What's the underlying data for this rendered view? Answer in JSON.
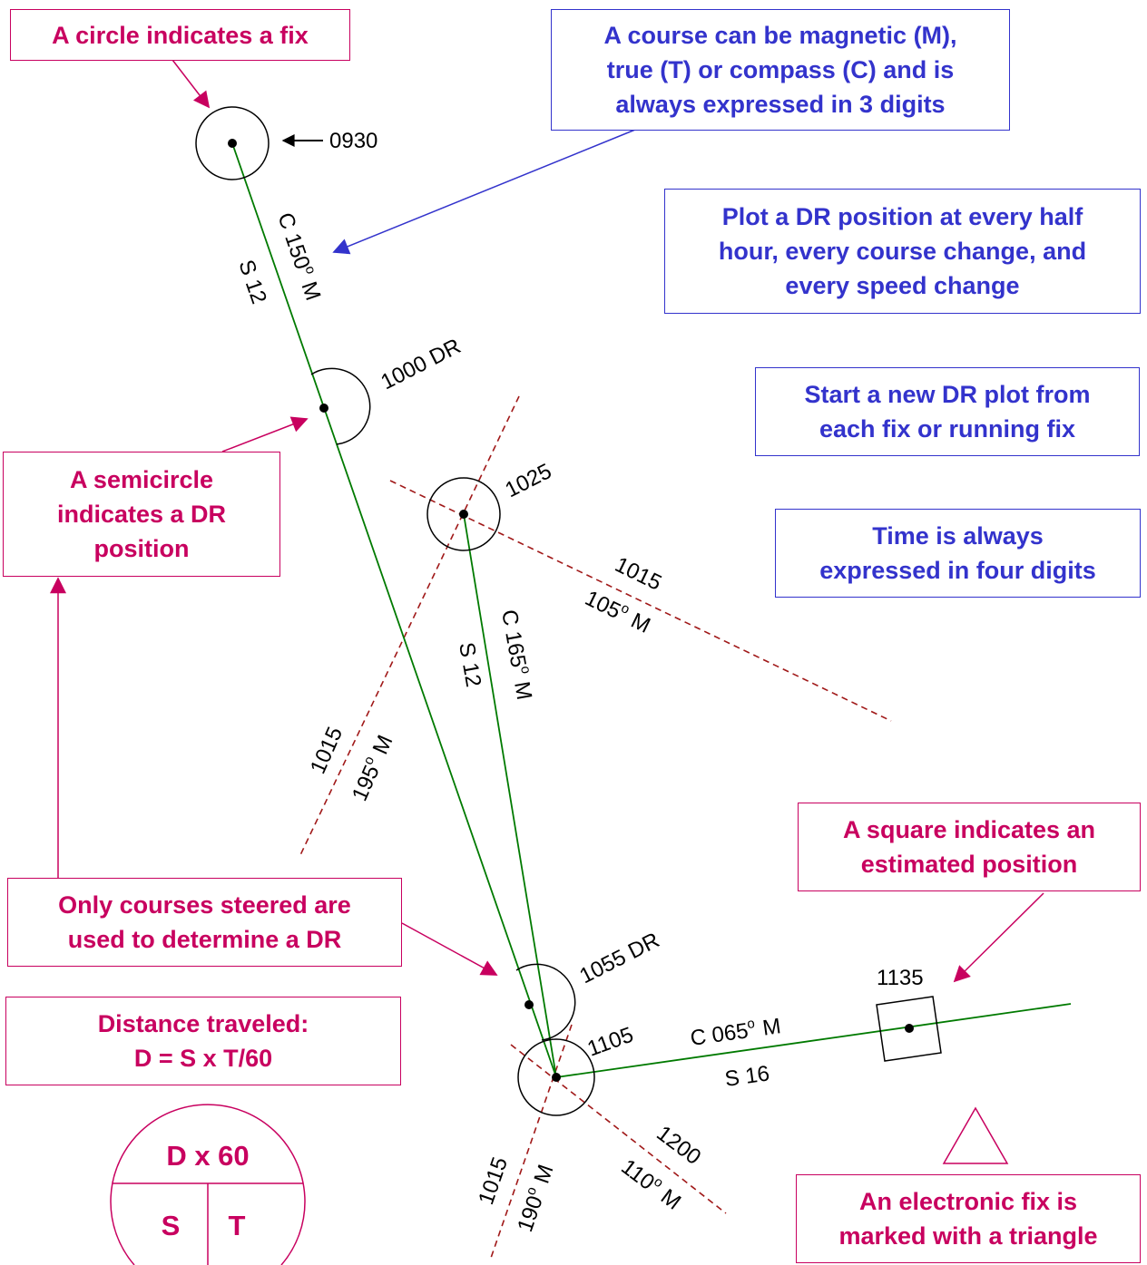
{
  "callouts": {
    "circle_fix": [
      "A circle indicates a fix"
    ],
    "course_note": [
      "A course can be magnetic (M),",
      "true (T) or compass (C) and is",
      "always expressed in 3 digits"
    ],
    "dr_plot": [
      "Plot a DR position at every half",
      "hour, every course change, and",
      "every speed change"
    ],
    "new_dr": [
      "Start a new DR plot from",
      "each fix or running fix"
    ],
    "time_digits": [
      "Time is always",
      "expressed in four digits"
    ],
    "semicircle": [
      "A semicircle",
      "indicates a DR",
      "position"
    ],
    "square": [
      "A square indicates an",
      "estimated position"
    ],
    "courses_steered": [
      "Only courses steered are",
      "used to determine a DR"
    ],
    "distance": [
      "Distance traveled:",
      "D = S x T/60"
    ],
    "electronic_fix": [
      "An electronic fix is",
      "marked with a triangle"
    ]
  },
  "formula": {
    "top": "D x 60",
    "left": "S",
    "right": "T"
  },
  "plot_labels": {
    "t0930": "0930",
    "leg1_course": "C 150",
    "leg1_unit": "M",
    "leg1_speed": "S 12",
    "t1000dr": "1000 DR",
    "t1025": "1025",
    "lop1_time": "1015",
    "lop1_bearing": "105",
    "lop1_unit": "M",
    "leg2_course": "C 165",
    "leg2_unit": "M",
    "leg2_speed": "S 12",
    "lop2_time": "1015",
    "lop2_bearing": "195",
    "lop2_unit": "M",
    "t1055dr": "1055 DR",
    "t1105": "1105",
    "leg3_course": "C 065",
    "leg3_unit": "M",
    "leg3_speed": "S 16",
    "t1135": "1135",
    "lop3_time": "1200",
    "lop3_bearing": "110",
    "lop3_unit": "M",
    "lop4_time": "1015",
    "lop4_bearing": "190",
    "lop4_unit": "M",
    "degree": "o"
  },
  "colors": {
    "course_line": "#007a00",
    "lop": "#a01818",
    "pink": "#c8005f",
    "blue": "#3333cc"
  }
}
